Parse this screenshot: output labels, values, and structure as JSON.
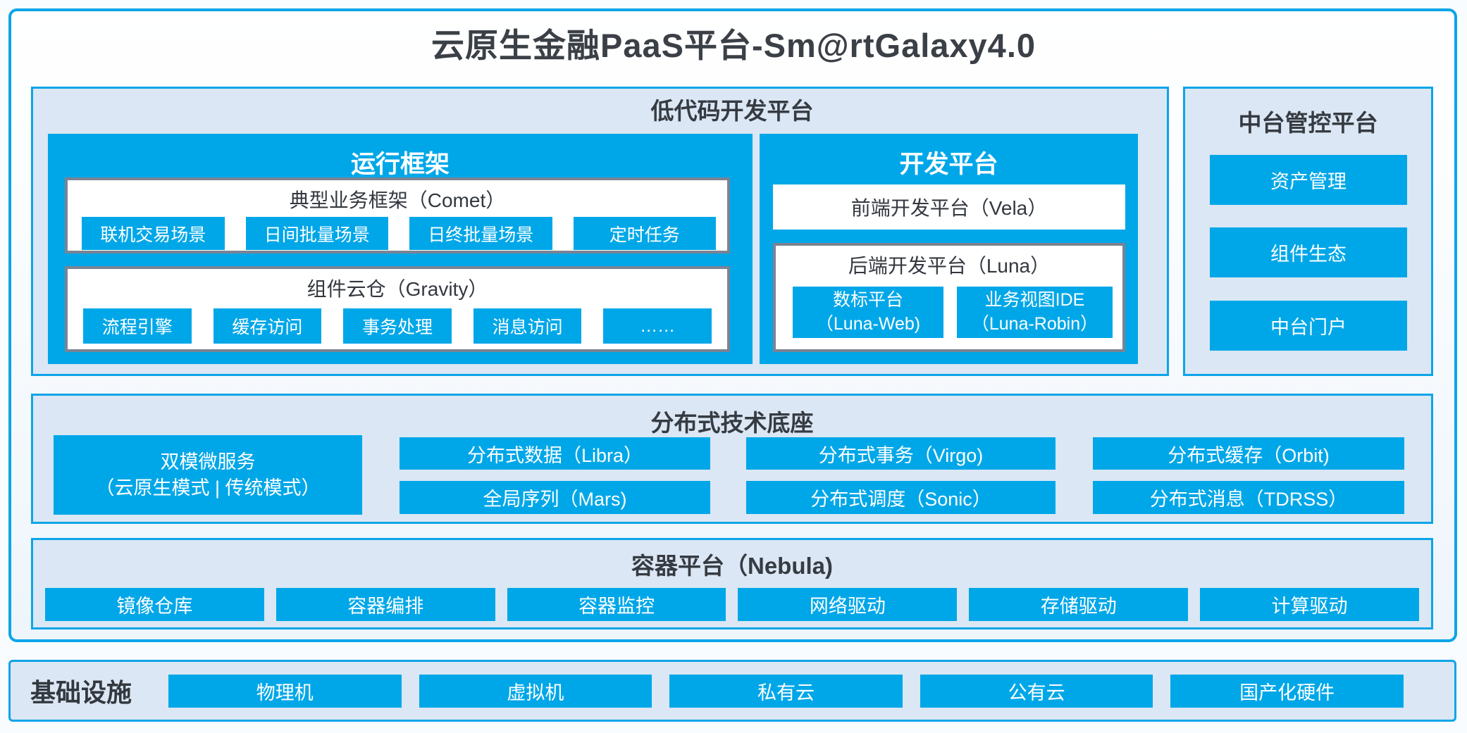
{
  "title": "云原生金融PaaS平台-Sm@rtGalaxy4.0",
  "colors": {
    "azure": "#00a7e8",
    "cyan_border": "#0ca5e8",
    "section_fill": "#dbe7f4",
    "gray_border": "#7b8393",
    "dark_text": "#3a3f47"
  },
  "lowcode": {
    "label": "低代码开发平台",
    "runtime": {
      "title": "运行框架",
      "comet": {
        "title": "典型业务框架（Comet）",
        "items": [
          "联机交易场景",
          "日间批量场景",
          "日终批量场景",
          "定时任务"
        ]
      },
      "gravity": {
        "title": "组件云仓（Gravity）",
        "items": [
          "流程引擎",
          "缓存访问",
          "事务处理",
          "消息访问",
          "……"
        ]
      }
    },
    "dev": {
      "title": "开发平台",
      "vela": "前端开发平台（Vela）",
      "luna": {
        "title": "后端开发平台（Luna）",
        "items": [
          {
            "line1": "数标平台",
            "line2": "（Luna-Web)"
          },
          {
            "line1": "业务视图IDE",
            "line2": "（Luna-Robin）"
          }
        ]
      }
    }
  },
  "midplatform": {
    "label": "中台管控平台",
    "items": [
      "资产管理",
      "组件生态",
      "中台门户"
    ]
  },
  "distributed": {
    "label": "分布式技术底座",
    "dual": {
      "line1": "双模微服务",
      "line2": "（云原生模式 | 传统模式）"
    },
    "grid": [
      "分布式数据（Libra）",
      "分布式事务（Virgo)",
      "分布式缓存（Orbit)",
      "全局序列（Mars)",
      "分布式调度（Sonic）",
      "分布式消息（TDRSS）"
    ]
  },
  "container": {
    "label": "容器平台（Nebula)",
    "items": [
      "镜像仓库",
      "容器编排",
      "容器监控",
      "网络驱动",
      "存储驱动",
      "计算驱动"
    ]
  },
  "infra": {
    "label": "基础设施",
    "items": [
      "物理机",
      "虚拟机",
      "私有云",
      "公有云",
      "国产化硬件"
    ]
  }
}
